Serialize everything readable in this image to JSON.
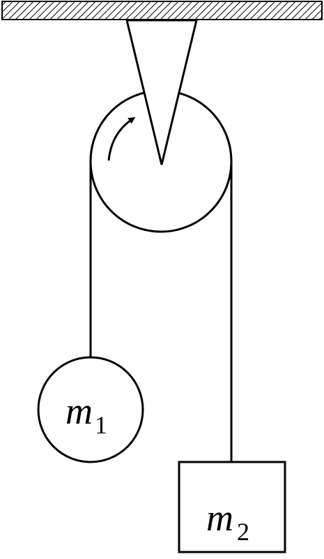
{
  "mass_labels": {
    "m1": {
      "symbol": "m",
      "subscript": "1"
    },
    "m2": {
      "symbol": "m",
      "subscript": "2"
    }
  },
  "colors": {
    "line": "#000000",
    "background": "#ffffff"
  },
  "icons": {
    "rotation": "curved-arrow-icon",
    "ceiling": "hatched-ceiling-icon"
  }
}
